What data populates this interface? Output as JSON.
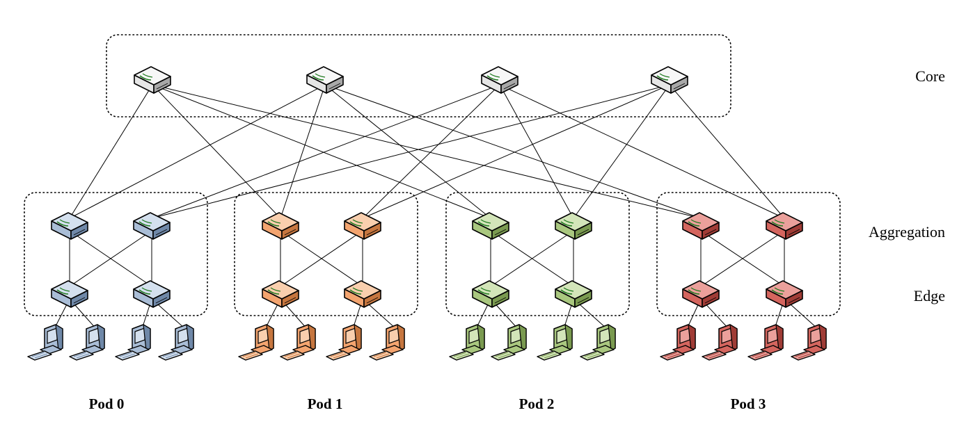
{
  "layers": {
    "core": "Core",
    "aggregation": "Aggregation",
    "edge": "Edge"
  },
  "pods": [
    {
      "label": "Pod 0",
      "color": "#a9bdd6",
      "dark": "#6f88a8",
      "light": "#d4e0ee"
    },
    {
      "label": "Pod 1",
      "color": "#f3a46f",
      "dark": "#c6763f",
      "light": "#f9cfae"
    },
    {
      "label": "Pod 2",
      "color": "#a9c77f",
      "dark": "#7a9a50",
      "light": "#d3e5b9"
    },
    {
      "label": "Pod 3",
      "color": "#d4655e",
      "dark": "#a03c36",
      "light": "#eba09b"
    }
  ],
  "core_color": {
    "color": "#e6e6e6",
    "dark": "#a8a8a8",
    "light": "#f7f7f7"
  },
  "icons": {
    "switch": "network-switch-icon",
    "host": "desktop-computer-icon"
  }
}
